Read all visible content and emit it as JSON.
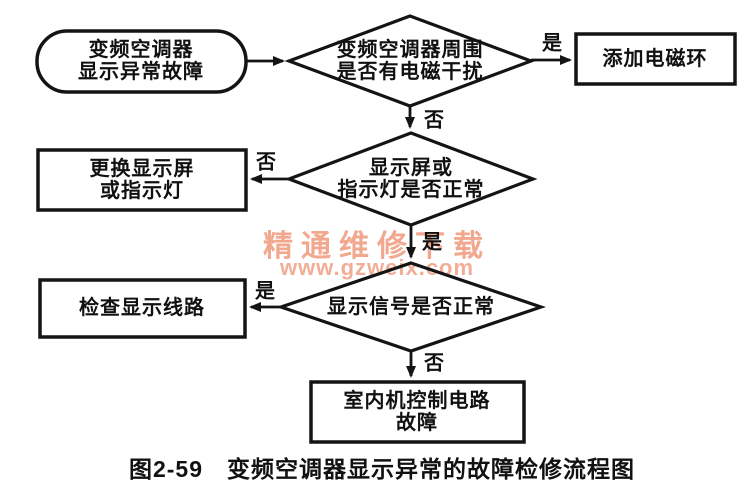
{
  "figure": {
    "caption": "图2-59　变频空调器显示异常的故障检修流程图"
  },
  "watermark": {
    "title": "精通维修下载",
    "url": "www.gzweix.com",
    "color": "#f0997c"
  },
  "colors": {
    "line": "#141414",
    "background": "#ffffff",
    "text": "#111111"
  },
  "nodes": {
    "start": {
      "type": "terminator",
      "line1": "变频空调器",
      "line2": "显示异常故障"
    },
    "decision1": {
      "type": "decision",
      "line1": "变频空调器周围",
      "line2": "是否有电磁干扰"
    },
    "add_ring": {
      "type": "process",
      "line1": "添加电磁环"
    },
    "decision2": {
      "type": "decision",
      "line1": "显示屏或",
      "line2": "指示灯是否正常"
    },
    "replace_display": {
      "type": "process",
      "line1": "更换显示屏",
      "line2": "或指示灯"
    },
    "decision3": {
      "type": "decision",
      "line1": "显示信号是否正常"
    },
    "check_wiring": {
      "type": "process",
      "line1": "检查显示线路"
    },
    "indoor_fault": {
      "type": "process",
      "line1": "室内机控制电路",
      "line2": "故障"
    }
  },
  "edge_labels": {
    "d1_yes": "是",
    "d1_no": "否",
    "d2_no": "否",
    "d2_yes": "是",
    "d3_yes": "是",
    "d3_no": "否"
  },
  "edges": [
    {
      "from": "start",
      "to": "decision1",
      "label": ""
    },
    {
      "from": "decision1",
      "to": "add_ring",
      "label": "是"
    },
    {
      "from": "decision1",
      "to": "decision2",
      "label": "否"
    },
    {
      "from": "decision2",
      "to": "replace_display",
      "label": "否"
    },
    {
      "from": "decision2",
      "to": "decision3",
      "label": "是"
    },
    {
      "from": "decision3",
      "to": "check_wiring",
      "label": "是"
    },
    {
      "from": "decision3",
      "to": "indoor_fault",
      "label": "否"
    }
  ]
}
